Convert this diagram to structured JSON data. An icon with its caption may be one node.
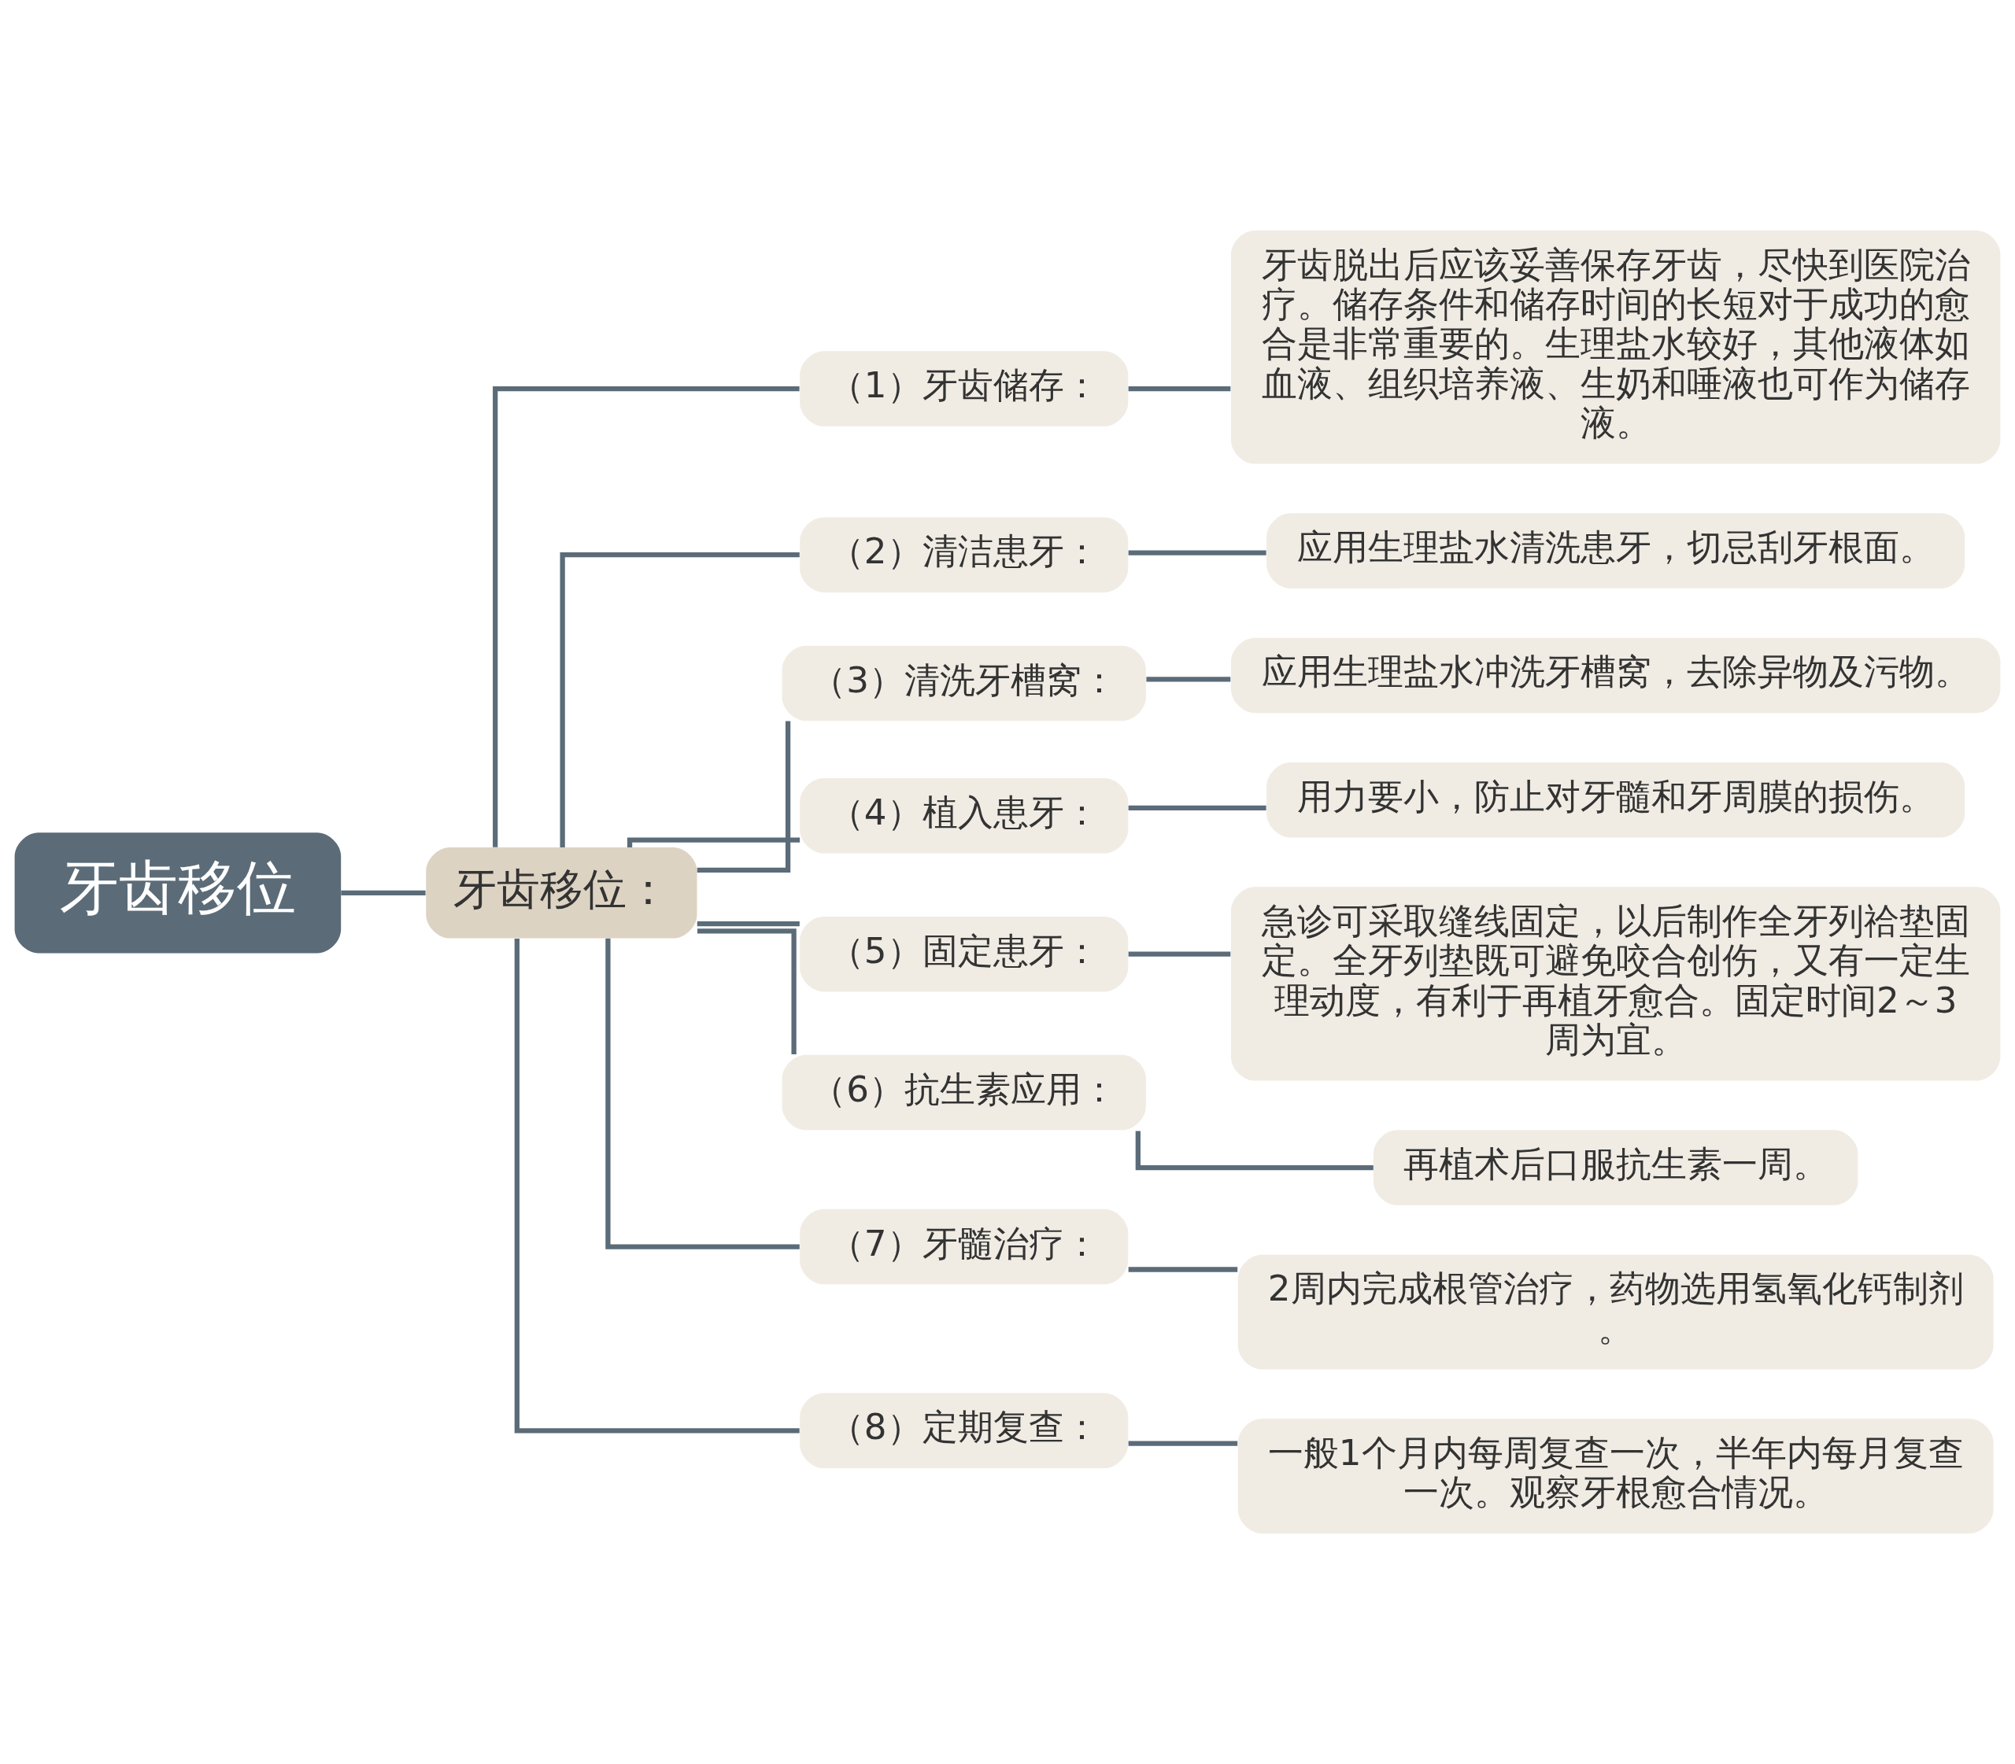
{
  "diagram": {
    "nodes": [
      {
        "text": [
          "牙齿移位"
        ]
      },
      {
        "text": [
          "牙齿移位："
        ]
      },
      {
        "text": [
          "（1）牙齿储存："
        ]
      },
      {
        "text": [
          "牙齿脱出后应该妥善保存牙齿，尽快到医院治疗。储存条件和储存时间的长短对于成功的愈合是非常重要的。生理盐水较好，其他液体如血液、组织培养液、生奶和唾液也可作为储存液。"
        ]
      },
      {
        "text": [
          "（2）清洁患牙："
        ]
      },
      {
        "text": [
          "应用生理盐水清洗患牙，切忌刮牙根面。"
        ]
      },
      {
        "text": [
          "（3）清洗牙槽窝："
        ]
      },
      {
        "text": [
          "应用生理盐水冲洗牙槽窝，去除异物及污物。"
        ]
      },
      {
        "text": [
          "（4）植入患牙："
        ]
      },
      {
        "text": [
          "用力要小，防止对牙髓和牙周膜的损伤。"
        ]
      },
      {
        "text": [
          "（5）固定患牙："
        ]
      },
      {
        "text": [
          "急诊可采取缝线固定，以后制作全牙列祫垫固定。全牙列垫既可避免咬合创伤，又有一定生理动度，有利于再植牙愈合。固定时间2～3周为宜。"
        ]
      },
      {
        "text": [
          "（6）抗生素应用："
        ]
      },
      {
        "text": [
          "再植术后口服抗生素一周。"
        ]
      },
      {
        "text": [
          "（7）牙髓治疗："
        ]
      },
      {
        "text": [
          "2周内完成根管治疗，药物选用氢氧化钙制剂。"
        ]
      },
      {
        "text": [
          "（8）定期复查："
        ]
      },
      {
        "text": [
          "一般1个月内每周复查一次，半年内每月复查一次。观察牙根愈合情况。"
        ]
      }
    ],
    "edges": [
      {
        "from": 0,
        "to": 1,
        "arrow": "none"
      },
      {
        "from": 1,
        "to": 2,
        "arrow": "none"
      },
      {
        "from": 2,
        "to": 3,
        "arrow": "none"
      },
      {
        "from": 1,
        "to": 4,
        "arrow": "none"
      },
      {
        "from": 4,
        "to": 5,
        "arrow": "none"
      },
      {
        "from": 1,
        "to": 6,
        "arrow": "none"
      },
      {
        "from": 6,
        "to": 7,
        "arrow": "none"
      },
      {
        "from": 1,
        "to": 8,
        "arrow": "none"
      },
      {
        "from": 8,
        "to": 9,
        "arrow": "none"
      },
      {
        "from": 1,
        "to": 10,
        "arrow": "none"
      },
      {
        "from": 10,
        "to": 11,
        "arrow": "none"
      },
      {
        "from": 1,
        "to": 12,
        "arrow": "none"
      },
      {
        "from": 12,
        "to": 13,
        "arrow": "none"
      },
      {
        "from": 1,
        "to": 14,
        "arrow": "none"
      },
      {
        "from": 14,
        "to": 15,
        "arrow": "none"
      },
      {
        "from": 1,
        "to": 16,
        "arrow": "none"
      },
      {
        "from": 16,
        "to": 17,
        "arrow": "none"
      }
    ]
  }
}
